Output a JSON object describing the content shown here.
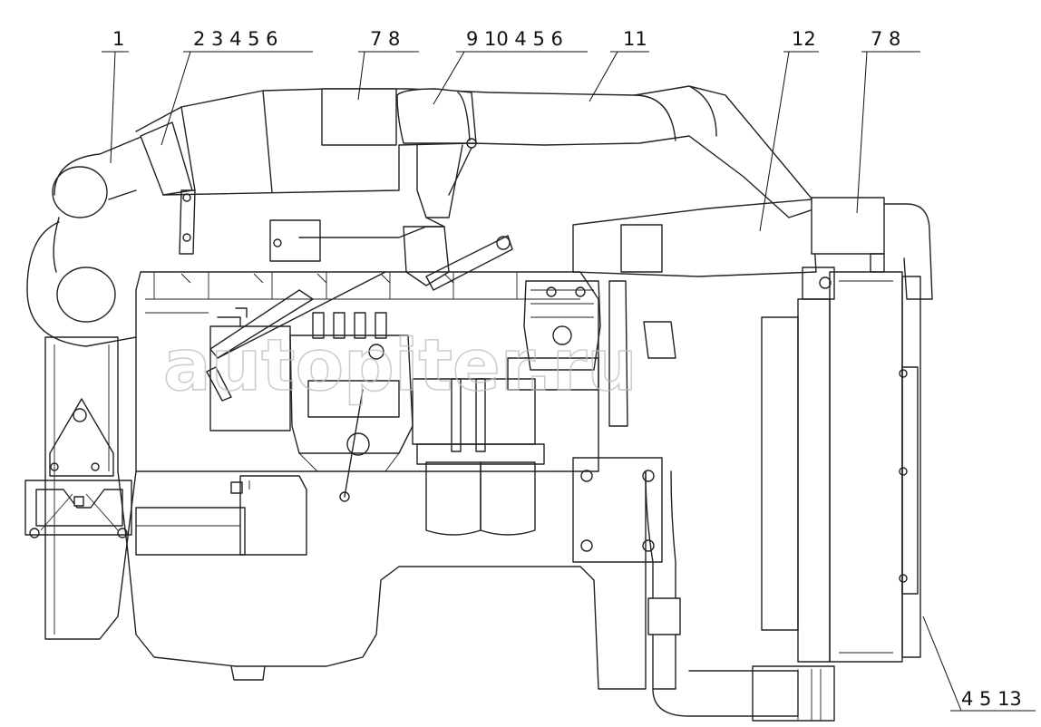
{
  "callouts": [
    {
      "id": "c1",
      "label": "1"
    },
    {
      "id": "c2",
      "label": "2 3 4 5 6"
    },
    {
      "id": "c3",
      "label": "7 8"
    },
    {
      "id": "c4",
      "label": "9 10 4 5 6"
    },
    {
      "id": "c5",
      "label": "11"
    },
    {
      "id": "c6",
      "label": "12"
    },
    {
      "id": "c7",
      "label": "7 8"
    },
    {
      "id": "c8",
      "label": "4 5 13"
    }
  ],
  "watermark": {
    "text": "autopiter.ru"
  }
}
